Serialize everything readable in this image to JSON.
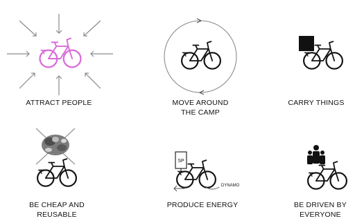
{
  "colors": {
    "ink": "#111111",
    "attract_accent": "#d96bd9",
    "arrow_gray": "#8a8a8a"
  },
  "cells": [
    {
      "id": "attract",
      "lines": [
        "ATTRACT PEOPLE"
      ],
      "icon": "bicycle-attract-icon"
    },
    {
      "id": "move",
      "lines": [
        "MOVE AROUND",
        "THE CAMP"
      ],
      "icon": "bicycle-circle-icon"
    },
    {
      "id": "carry",
      "lines": [
        "CARRY THINGS"
      ],
      "icon": "bicycle-box-icon"
    },
    {
      "id": "cheap",
      "lines": [
        "BE CHEAP AND",
        "REUSABLE"
      ],
      "icon": "bicycle-scrap-icon"
    },
    {
      "id": "energy",
      "lines": [
        "PRODUCE ENERGY"
      ],
      "icon": "bicycle-dynamo-icon",
      "panel_label": "SP",
      "dynamo_label": "DYNAMO"
    },
    {
      "id": "driven",
      "lines": [
        "BE DRIVEN BY",
        "EVERYONE"
      ],
      "icon": "bicycle-people-icon"
    }
  ]
}
